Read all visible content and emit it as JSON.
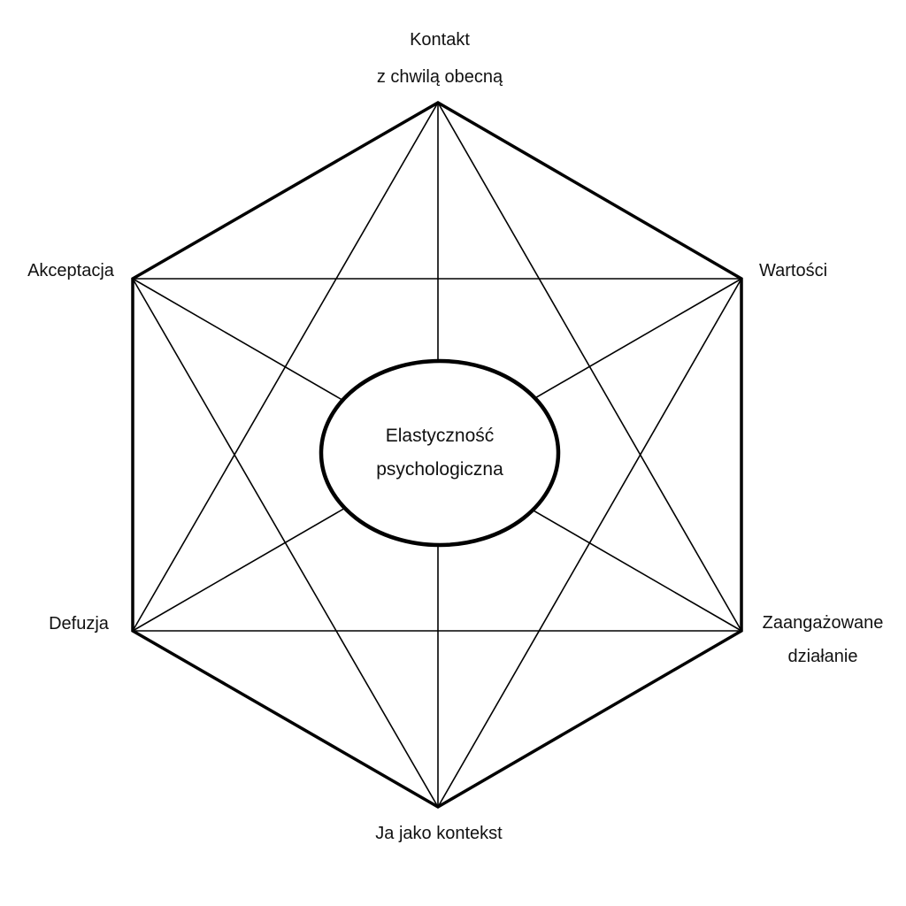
{
  "diagram": {
    "name": "hexaflex-psychological-flexibility",
    "center": {
      "lines": [
        "Elastyczność",
        "psychologiczna"
      ]
    },
    "nodes": [
      {
        "id": "kontakt-z-chwila-obecna",
        "position": "top",
        "lines": [
          "Kontakt",
          "z chwilą obecną"
        ]
      },
      {
        "id": "wartosci",
        "position": "upper-right",
        "lines": [
          "Wartości"
        ]
      },
      {
        "id": "zaangazowane-dzialanie",
        "position": "lower-right",
        "lines": [
          "Zaangażowane",
          "działanie"
        ]
      },
      {
        "id": "ja-jako-kontekst",
        "position": "bottom",
        "lines": [
          "Ja jako kontekst"
        ]
      },
      {
        "id": "defuzja",
        "position": "lower-left",
        "lines": [
          "Defuzja"
        ]
      },
      {
        "id": "akceptacja",
        "position": "upper-left",
        "lines": [
          "Akceptacja"
        ]
      }
    ],
    "colors": {
      "line": "#000000",
      "background": "#ffffff",
      "text": "#111111"
    }
  }
}
